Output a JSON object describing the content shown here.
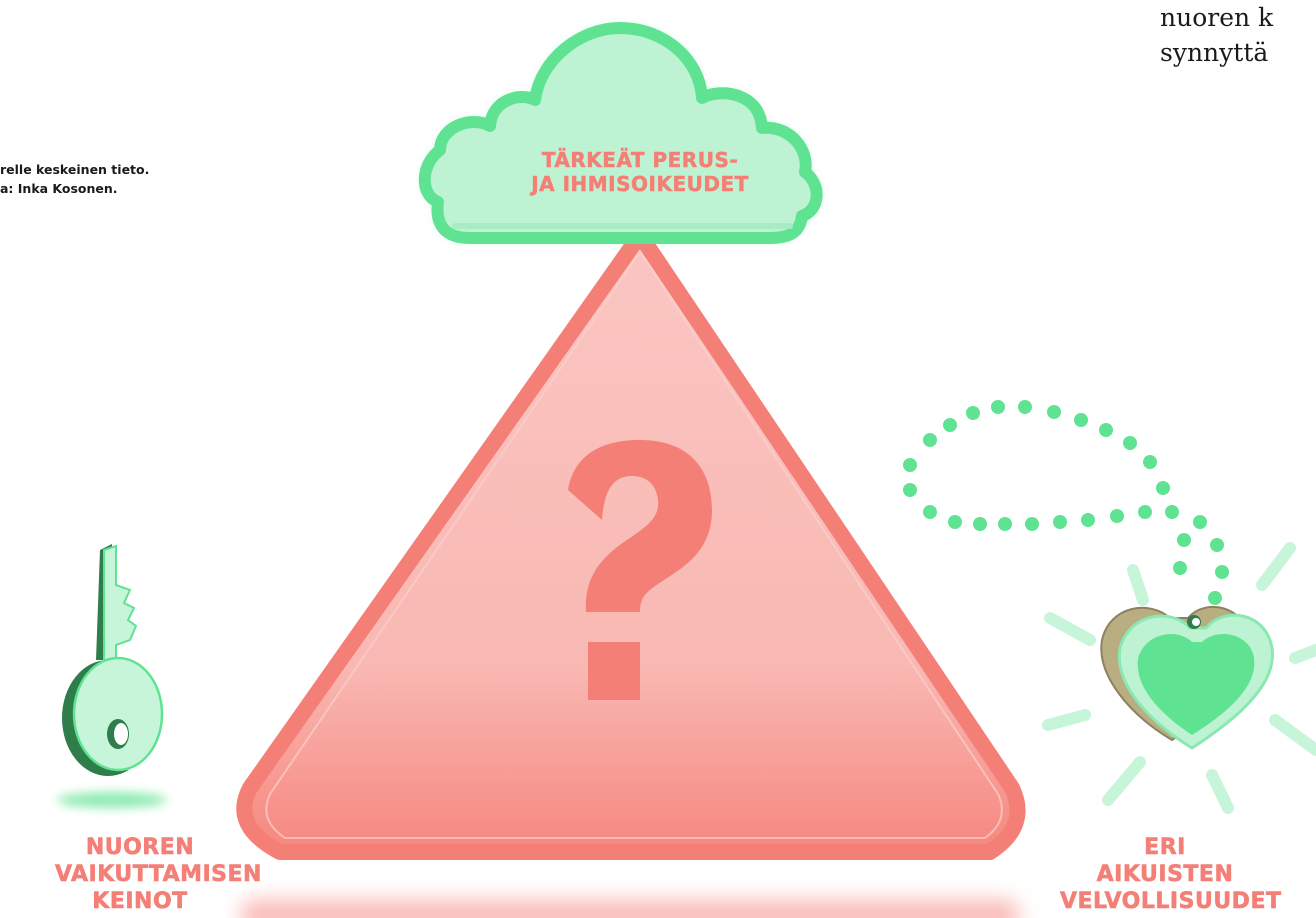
{
  "caption": {
    "line1": "relle keskeinen tieto.",
    "line2": "a: Inka Kosonen."
  },
  "body_text": {
    "line1": "nuoren k",
    "line2": "synnyttä"
  },
  "cloud": {
    "line1": "TÄRKEÄT PERUS-",
    "line2": "JA IHMISOIKEUDET"
  },
  "key_label": {
    "line1": "NUOREN",
    "line2": "VAIKUTTAMISEN",
    "line3": "KEINOT"
  },
  "heart_label": {
    "line1": "ERI",
    "line2": "AIKUISTEN",
    "line3": "VELVOLLISUUDET"
  },
  "triangle": {
    "symbol": "?"
  },
  "colors": {
    "coral": "#f47f76",
    "pink_fill": "#fac7c3",
    "mint": "#5fe392",
    "mint_light": "#bdf3d3",
    "dark_green": "#2e7d4a"
  },
  "icons": [
    "cloud-icon",
    "triangle-icon",
    "question-mark-icon",
    "key-icon",
    "heart-pendant-icon",
    "dotted-chain-icon",
    "sun-rays-icon"
  ]
}
